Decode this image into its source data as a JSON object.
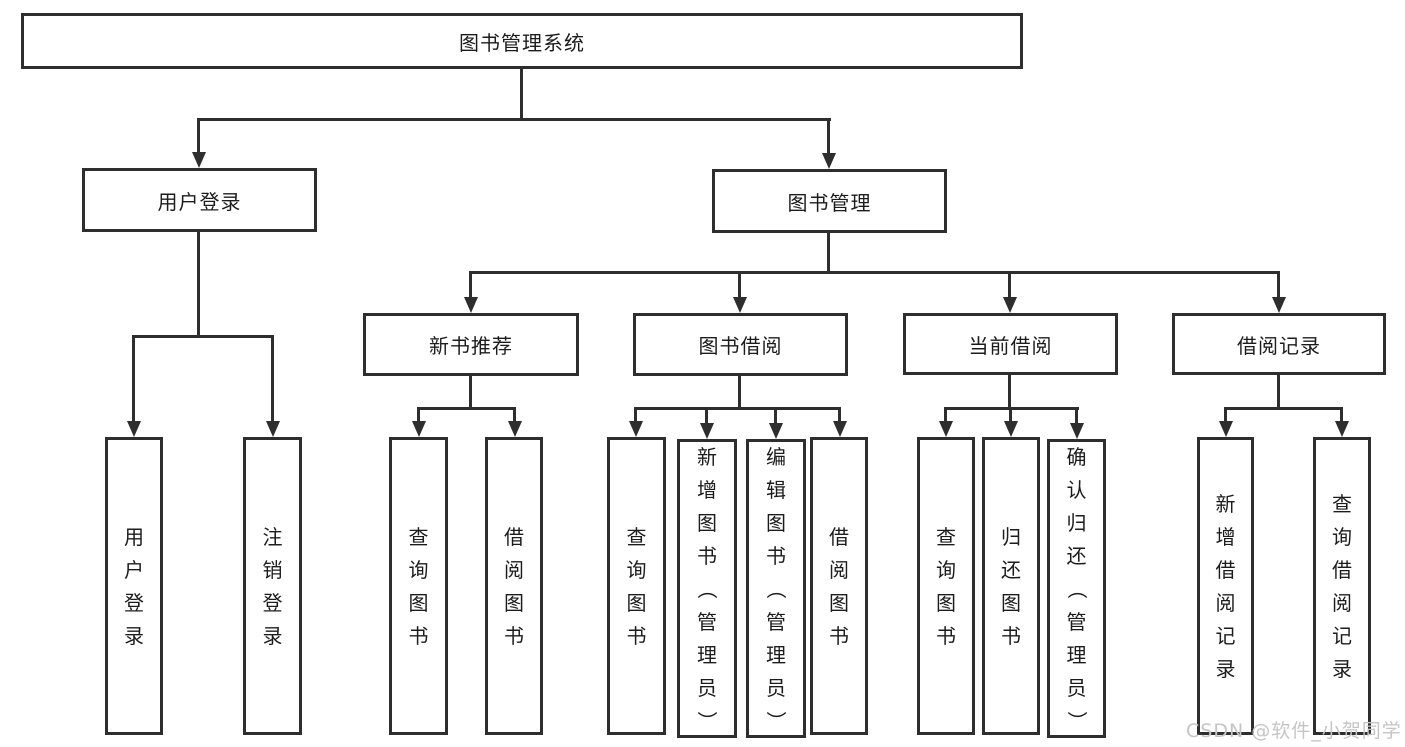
{
  "tree": {
    "root": {
      "label": "图书管理系统"
    },
    "level2": [
      {
        "label": "用户登录",
        "children": [
          {
            "label": "用户登录"
          },
          {
            "label": "注销登录"
          }
        ]
      },
      {
        "label": "图书管理"
      }
    ],
    "level3": [
      {
        "label": "新书推荐",
        "children": [
          {
            "label": "查询图书"
          },
          {
            "label": "借阅图书"
          }
        ]
      },
      {
        "label": "图书借阅",
        "children": [
          {
            "label": "查询图书"
          },
          {
            "label": "新增图书（管理员）"
          },
          {
            "label": "编辑图书（管理员）"
          },
          {
            "label": "借阅图书"
          }
        ]
      },
      {
        "label": "当前借阅",
        "children": [
          {
            "label": "查询图书"
          },
          {
            "label": "归还图书"
          },
          {
            "label": "确认归还（管理员）"
          }
        ]
      },
      {
        "label": "借阅记录",
        "children": [
          {
            "label": "新增借阅记录"
          },
          {
            "label": "查询借阅记录"
          }
        ]
      }
    ]
  },
  "watermark": {
    "text": "CSDN @软件_小贺同学"
  },
  "colors": {
    "line": "#2e2e2e",
    "text": "#1c1c1c",
    "watermark": "#c5c5c5",
    "background": "#ffffff"
  }
}
